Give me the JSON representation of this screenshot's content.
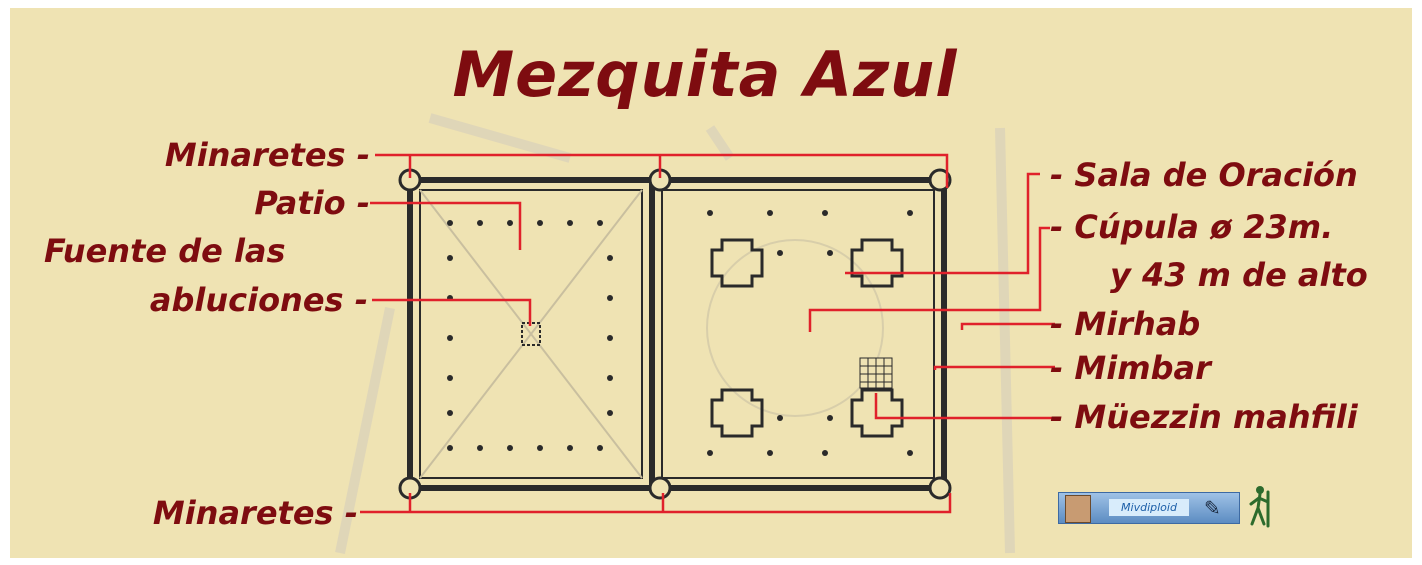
{
  "title": "Mezquita Azul",
  "labels": {
    "minaretes_top": "Minaretes -",
    "patio": "Patio -",
    "fuente_line1": "Fuente de las",
    "fuente_line2": "abluciones -",
    "minaretes_bottom": "Minaretes -",
    "sala": "- Sala de Oración",
    "cupula_line1": "- Cúpula ø 23m.",
    "cupula_line2": "y 43 m de alto",
    "mirhab": "- Mirhab",
    "mimbar": "- Mimbar",
    "muezzin": "- Müezzin mahfili"
  },
  "badge": {
    "name": "Mivdiploid"
  },
  "colors": {
    "background": "#efe3b3",
    "label_text": "#7e0c10",
    "leader_lines": "#e0212b",
    "plan_walls": "#2a2a2a"
  },
  "icons": {
    "badge_pen": "pen-icon",
    "walker": "hiker-icon"
  }
}
